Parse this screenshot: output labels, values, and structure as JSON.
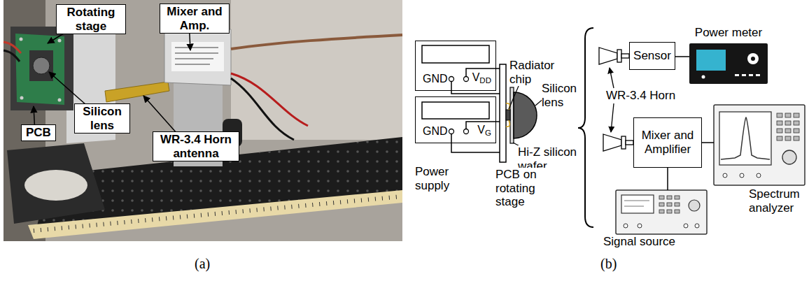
{
  "diagram": {
    "nodes": [
      {
        "text": [
          "Rotating stage"
        ]
      },
      {
        "text": [
          "Mixer and Amp."
        ]
      },
      {
        "text": [
          "PCB"
        ]
      },
      {
        "text": [
          "Silicon lens"
        ]
      },
      {
        "text": [
          "WR-3.4 Horn antenna"
        ]
      },
      {
        "text": [
          "GND",
          "VDD"
        ]
      },
      {
        "text": [
          "GND",
          "VG"
        ]
      },
      {
        "text": [
          "Sensor"
        ]
      },
      {
        "text": [
          "Power meter"
        ]
      },
      {
        "text": [
          "Mixer and Amplifier"
        ]
      },
      {
        "text": [
          "Spectrum analyzer"
        ]
      },
      {
        "text": [
          "Signal source"
        ]
      }
    ],
    "edges": [
      {
        "from": 7,
        "to": 8,
        "arrow": "none"
      },
      {
        "from": 9,
        "to": 10,
        "arrow": "none"
      },
      {
        "from": 11,
        "to": 9,
        "arrow": "none"
      }
    ],
    "labels": [
      "(a)",
      "Radiator chip",
      "Silicon lens",
      "Hi-Z silicon wafer",
      "Power supply",
      "PCB on rotating stage",
      "WR-3.4 Horn",
      "(b)"
    ]
  }
}
